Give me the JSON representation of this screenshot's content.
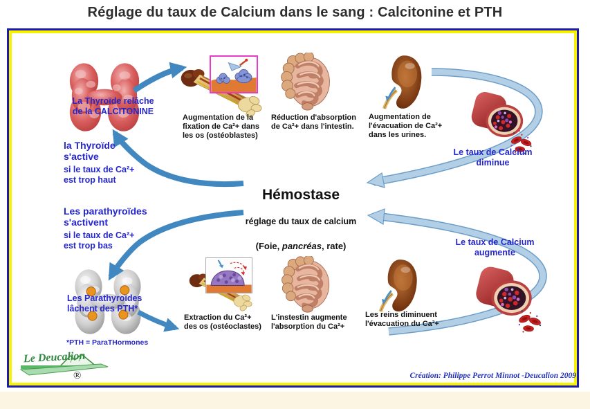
{
  "title": "Réglage du taux de Calcium dans le sang : Calcitonine et PTH",
  "center": {
    "heading": "Hémostase",
    "subheading": "réglage du taux de calcium",
    "organs_prefix": "(Foie, ",
    "organs_italic": "pancréas",
    "organs_suffix": ", rate)"
  },
  "calcitonin_loop": {
    "gland_caption": "La Thyroïde relâche\nde la CALCITONINE",
    "trigger_main": "la Thyroïde\ns'active",
    "trigger_condition": "si le taux de Ca²+\nest trop haut",
    "bone_effect": "Augmentation de la\nfixation de Ca²+ dans\nles os (ostéoblastes)",
    "intestine_effect": "Réduction d'absorption\nde Ca²+ dans l'intestin.",
    "kidney_effect": "Augmentation de\nl'évacuation de Ca²+\ndans les urines.",
    "blood_result": "Le taux de Calcium\ndiminue"
  },
  "pth_loop": {
    "trigger_main": "Les parathyroïdes\ns'activent",
    "trigger_condition": "si le taux de Ca²+\nest trop bas",
    "gland_caption": "Les Parathyroïdes\nlâchent des PTH*",
    "footnote": "*PTH = ParaTHormones",
    "bone_effect": "Extraction du Ca²+\ndes os (ostéoclastes)",
    "intestine_effect": "L'instestin augmente\nl'absorption du Ca²+",
    "kidney_effect": "Les reins diminuent\nl'évacuation du Ca²+",
    "blood_result": "Le taux de Calcium\naugmente"
  },
  "figures": {
    "thyroid": "thyroid-gland-illustration",
    "parathyroid": "parathyroid-glands-illustration",
    "bone": "bone-illustration",
    "osteoblast_inset": "osteoblast-cells-inset",
    "osteoclast_inset": "osteoclast-cell-inset",
    "intestine": "intestine-illustration",
    "kidney": "kidney-illustration",
    "blood_vessel": "blood-vessel-illustration"
  },
  "colors": {
    "frame_outer_blue": "#1c1cb0",
    "frame_inner_yellow": "#f6f200",
    "blue_text": "#2526cc",
    "black_text": "#111111",
    "arrow_steel_blue": "#4188c0",
    "arc_light_blue": "#b3cfe6",
    "arc_edge_blue": "#6b9dc8",
    "inset_magenta_border": "#e83cc8",
    "footer_strip": "#fcf5e1",
    "logo_green": "#2f8a3f"
  },
  "footer": {
    "logo_name": "Le Deucalion",
    "registered_mark": "®",
    "credit": "Création: Philippe Perrot Minnot -Deucalion 2009"
  }
}
